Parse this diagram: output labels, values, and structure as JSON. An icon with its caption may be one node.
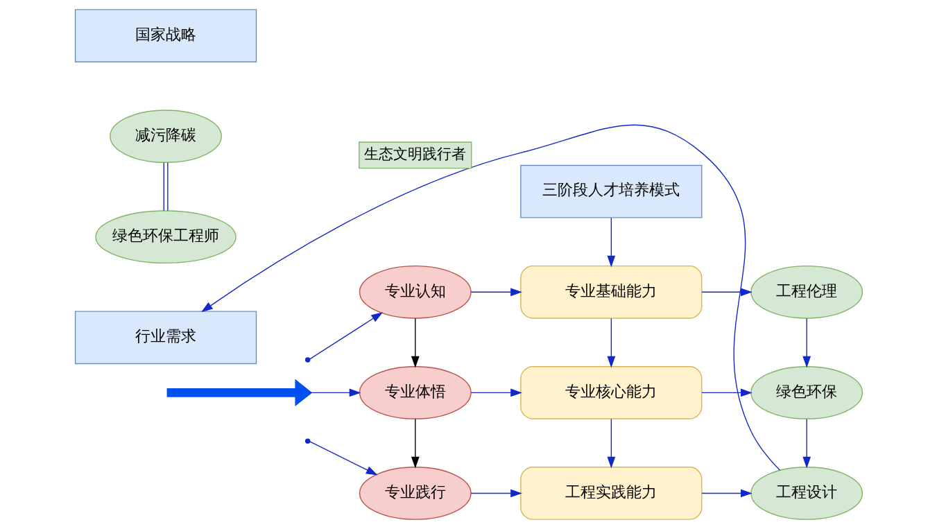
{
  "diagram": {
    "nodes": [
      {
        "text": [
          "国家战略"
        ]
      },
      {
        "text": [
          "减污降碳"
        ]
      },
      {
        "text": [
          "绿色环保工程师"
        ]
      },
      {
        "text": [
          "行业需求"
        ]
      },
      {
        "text": [
          "三阶段人才培养模式"
        ]
      },
      {
        "text": [
          "专业认知"
        ]
      },
      {
        "text": [
          "专业体悟"
        ]
      },
      {
        "text": [
          "专业践行"
        ]
      },
      {
        "text": [
          "专业基础能力"
        ]
      },
      {
        "text": [
          "专业核心能力"
        ]
      },
      {
        "text": [
          "工程实践能力"
        ]
      },
      {
        "text": [
          "工程伦理"
        ]
      },
      {
        "text": [
          "绿色环保"
        ]
      },
      {
        "text": [
          "工程设计"
        ]
      }
    ],
    "edges": [
      {
        "from": 1,
        "to": 2,
        "arrow": "none"
      },
      {
        "from": null,
        "to": 5,
        "arrow": "to"
      },
      {
        "from": null,
        "to": 6,
        "arrow": "to"
      },
      {
        "from": null,
        "to": 7,
        "arrow": "to"
      },
      {
        "from": 5,
        "to": 6,
        "arrow": "to",
        "color": "#000000"
      },
      {
        "from": 6,
        "to": 7,
        "arrow": "to",
        "color": "#000000"
      },
      {
        "from": 4,
        "to": 8,
        "arrow": "to"
      },
      {
        "from": 5,
        "to": 8,
        "arrow": "to"
      },
      {
        "from": 6,
        "to": 9,
        "arrow": "to"
      },
      {
        "from": 7,
        "to": 10,
        "arrow": "to"
      },
      {
        "from": 8,
        "to": 9,
        "arrow": "to"
      },
      {
        "from": 9,
        "to": 10,
        "arrow": "to"
      },
      {
        "from": 8,
        "to": 11,
        "arrow": "to"
      },
      {
        "from": 9,
        "to": 12,
        "arrow": "to"
      },
      {
        "from": 10,
        "to": 13,
        "arrow": "to"
      },
      {
        "from": 11,
        "to": 12,
        "arrow": "to"
      },
      {
        "from": 12,
        "to": 13,
        "arrow": "to"
      },
      {
        "from": 13,
        "to": 3,
        "arrow": "to",
        "label": "生态文明践行者"
      }
    ]
  }
}
